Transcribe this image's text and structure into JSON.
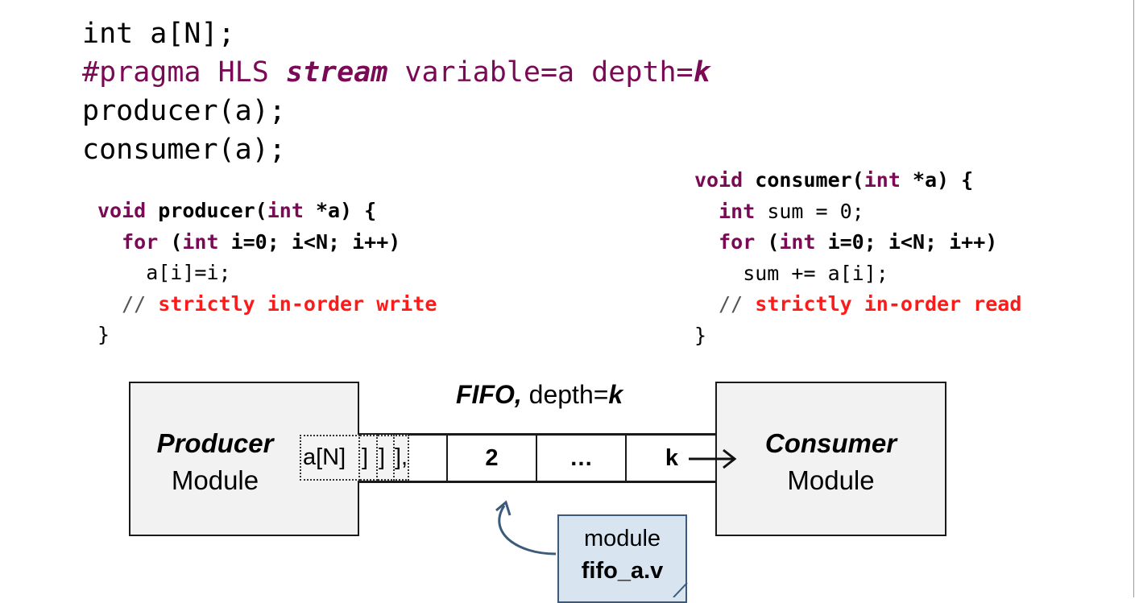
{
  "top_code": {
    "l1": "int a[N];",
    "l2_directive": "#pragma HLS ",
    "l2_keyword": "stream",
    "l2_rest": " variable=a depth=",
    "l2_k": "k",
    "l3": "producer(a);",
    "l4": "consumer(a);"
  },
  "producer_code": {
    "l1_kw": "void",
    "l1_name": " producer(",
    "l1_kw2": "int",
    "l1_rest": " *a) {",
    "l2_indent": "  ",
    "l2_kw": "for",
    "l2_p": " (",
    "l2_kw2": "int",
    "l2_rest": " i=0; i<N; i++)",
    "l3": "    a[i]=i;",
    "l4_indent": "  ",
    "l4_slash": "//",
    "l4_comment": " strictly in-order write",
    "l5": "}"
  },
  "consumer_code": {
    "l1_kw": "void",
    "l1_name": " consumer(",
    "l1_kw2": "int",
    "l1_rest": " *a) {",
    "l2_indent": "  ",
    "l2_kw": "int",
    "l2_rest": " sum = 0;",
    "l3_indent": "  ",
    "l3_kw": "for",
    "l3_p": " (",
    "l3_kw2": "int",
    "l3_rest": " i=0; i<N; i++)",
    "l4": "    sum += a[i];",
    "l5_indent": "  ",
    "l5_slash": "//",
    "l5_comment": " strictly in-order read",
    "l6": "}"
  },
  "diagram": {
    "fifo_title_bold": "FIFO,",
    "fifo_title_mid": " depth=",
    "fifo_title_k": "k",
    "producer_line1": "Producer",
    "producer_line2": "Module",
    "consumer_line1": "Consumer",
    "consumer_line2": "Module",
    "aN_label": "a[N]",
    "bracket1": "]",
    "bracket2": "]",
    "bracket3": "],",
    "cells": [
      "2",
      "…",
      "k"
    ],
    "callout_line1": "module",
    "callout_line2": "fifo_a.v"
  },
  "colors": {
    "keyword": "#7a0a55",
    "comment": "#ff1a1a",
    "module_fill": "#f2f2f2",
    "callout_fill": "#d8e5f1",
    "callout_border": "#3c5a7a"
  }
}
